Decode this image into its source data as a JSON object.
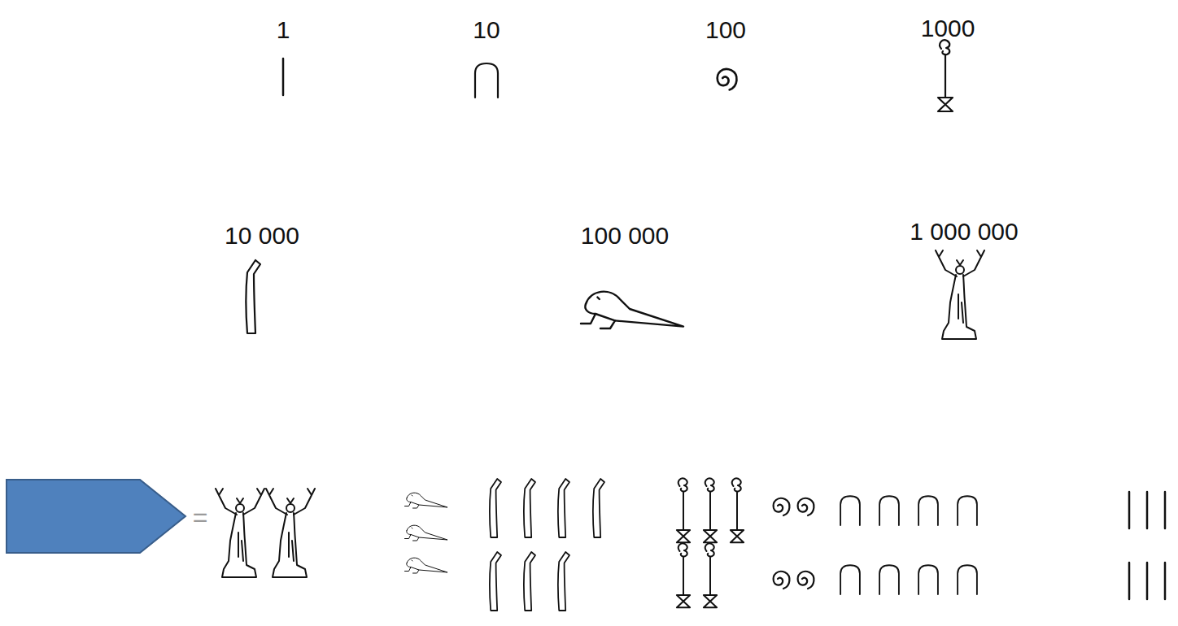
{
  "diagram": {
    "labels": [
      "1",
      "10",
      "100",
      "1000",
      "10 000",
      "100 000",
      "1 000 000",
      "="
    ]
  }
}
